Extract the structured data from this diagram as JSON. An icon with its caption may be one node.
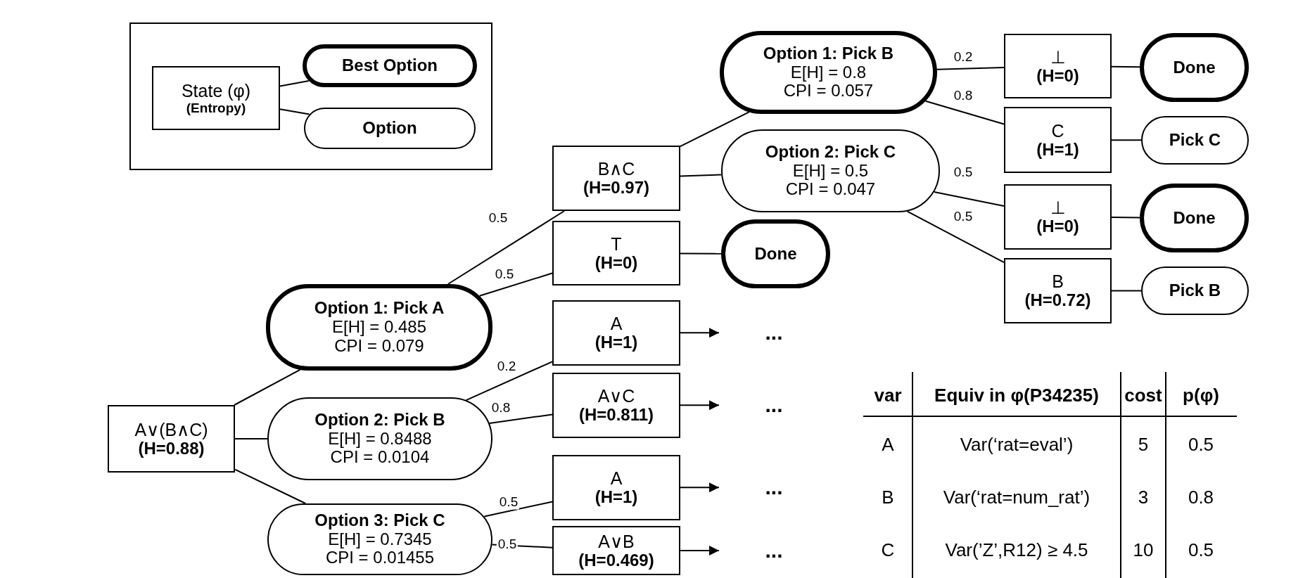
{
  "diagram": {
    "nodes": [
      {
        "text": [],
        "shape": "box"
      },
      {
        "text": [
          "State (φ)",
          "(Entropy)"
        ],
        "in": 0
      },
      {
        "text": [
          "Best Option"
        ],
        "in": 0
      },
      {
        "text": [
          "Option"
        ],
        "in": 0
      },
      {
        "text": [
          "A∨(B∧C)",
          "(H=0.88)"
        ]
      },
      {
        "text": [
          "Option 1: Pick A",
          "E[H] = 0.485",
          "CPI = 0.079"
        ]
      },
      {
        "text": [
          "Option 2: Pick B",
          "E[H] = 0.8488",
          "CPI = 0.0104"
        ]
      },
      {
        "text": [
          "Option 3: Pick C",
          "E[H] = 0.7345",
          "CPI = 0.01455"
        ]
      },
      {
        "text": [
          "B∧C",
          "(H=0.97)"
        ]
      },
      {
        "text": [
          "T",
          "(H=0)"
        ]
      },
      {
        "text": [
          "A",
          "(H=1)"
        ]
      },
      {
        "text": [
          "A∨C",
          "(H=0.811)"
        ]
      },
      {
        "text": [
          "A",
          "(H=1)"
        ]
      },
      {
        "text": [
          "A∨B",
          "(H=0.469)"
        ]
      },
      {
        "text": [
          "Option 1: Pick B",
          "E[H] = 0.8",
          "CPI = 0.057"
        ]
      },
      {
        "text": [
          "Option 2: Pick C",
          "E[H] = 0.5",
          "CPI = 0.047"
        ]
      },
      {
        "text": [
          "Done"
        ]
      },
      {
        "text": [
          "..."
        ]
      },
      {
        "text": [
          "..."
        ]
      },
      {
        "text": [
          "..."
        ]
      },
      {
        "text": [
          "..."
        ]
      },
      {
        "text": [
          "⊥",
          "(H=0)"
        ]
      },
      {
        "text": [
          "C",
          "(H=1)"
        ]
      },
      {
        "text": [
          "⊥",
          "(H=0)"
        ]
      },
      {
        "text": [
          "B",
          "(H=0.72)"
        ]
      },
      {
        "text": [
          "Done"
        ]
      },
      {
        "text": [
          "Pick C"
        ]
      },
      {
        "text": [
          "Done"
        ]
      },
      {
        "text": [
          "Pick B"
        ]
      }
    ],
    "edges": [
      {
        "from": 1,
        "to": 2,
        "arrow": "none"
      },
      {
        "from": 1,
        "to": 3,
        "arrow": "none"
      },
      {
        "from": 4,
        "to": 5,
        "arrow": "none"
      },
      {
        "from": 4,
        "to": 6,
        "arrow": "none"
      },
      {
        "from": 4,
        "to": 7,
        "arrow": "none"
      },
      {
        "from": 5,
        "to": 8,
        "arrow": "none",
        "label": "0.5"
      },
      {
        "from": 5,
        "to": 9,
        "arrow": "none",
        "label": "0.5"
      },
      {
        "from": 6,
        "to": 10,
        "arrow": "none",
        "label": "0.2"
      },
      {
        "from": 6,
        "to": 11,
        "arrow": "none",
        "label": "0.8"
      },
      {
        "from": 7,
        "to": 12,
        "arrow": "none",
        "label": "0.5"
      },
      {
        "from": 7,
        "to": 13,
        "arrow": "none",
        "label": "0.5"
      },
      {
        "from": 8,
        "to": 14,
        "arrow": "none"
      },
      {
        "from": 8,
        "to": 15,
        "arrow": "none"
      },
      {
        "from": 9,
        "to": 16,
        "arrow": "none"
      },
      {
        "from": 10,
        "to": 17,
        "arrow": "to"
      },
      {
        "from": 11,
        "to": 18,
        "arrow": "to"
      },
      {
        "from": 12,
        "to": 19,
        "arrow": "to"
      },
      {
        "from": 13,
        "to": 20,
        "arrow": "to"
      },
      {
        "from": 14,
        "to": 21,
        "arrow": "none",
        "label": "0.2"
      },
      {
        "from": 14,
        "to": 22,
        "arrow": "none",
        "label": "0.8"
      },
      {
        "from": 15,
        "to": 23,
        "arrow": "none",
        "label": "0.5"
      },
      {
        "from": 15,
        "to": 24,
        "arrow": "none",
        "label": "0.5"
      },
      {
        "from": 21,
        "to": 25,
        "arrow": "none"
      },
      {
        "from": 22,
        "to": 26,
        "arrow": "none"
      },
      {
        "from": 23,
        "to": 27,
        "arrow": "none"
      },
      {
        "from": 24,
        "to": 28,
        "arrow": "none"
      }
    ],
    "labels": [
      "var",
      "Equiv in φ(P34235)",
      "cost",
      "p(φ)",
      "A",
      "Var(‘rat=eval’)",
      "5",
      "0.5",
      "B",
      "Var(‘rat=num_rat’)",
      "3",
      "0.8",
      "C",
      "Var(’Z’,R12) ≥ 4.5",
      "10",
      "0.5"
    ]
  }
}
